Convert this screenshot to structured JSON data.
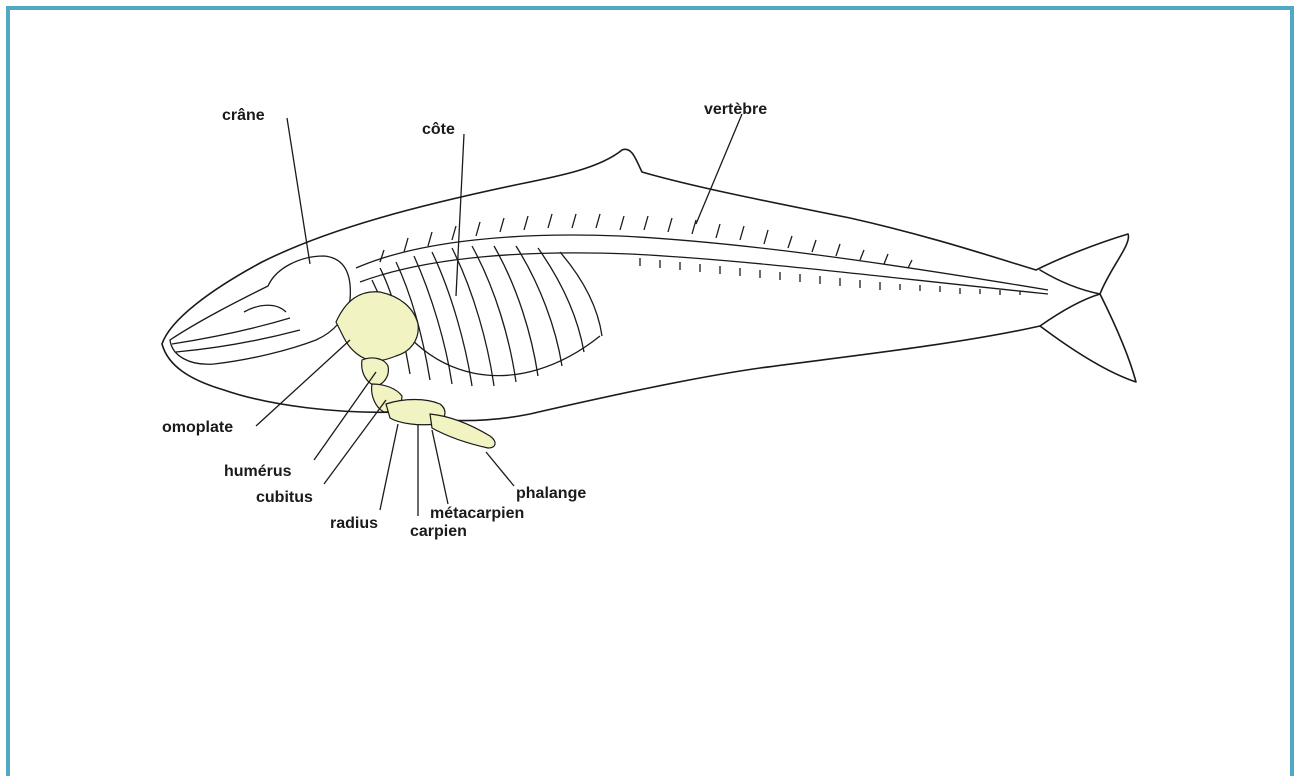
{
  "labels": {
    "crane": "crâne",
    "cote": "côte",
    "vertebre": "vertèbre",
    "omoplate": "omoplate",
    "humerus": "humérus",
    "cubitus": "cubitus",
    "radius": "radius",
    "carpien": "carpien",
    "metacarpien": "métacarpien",
    "phalange": "phalange"
  },
  "colors": {
    "frame_border": "#4fa8c4",
    "forelimb_highlight": "#f1f3c2",
    "line": "#1a1a1a"
  }
}
